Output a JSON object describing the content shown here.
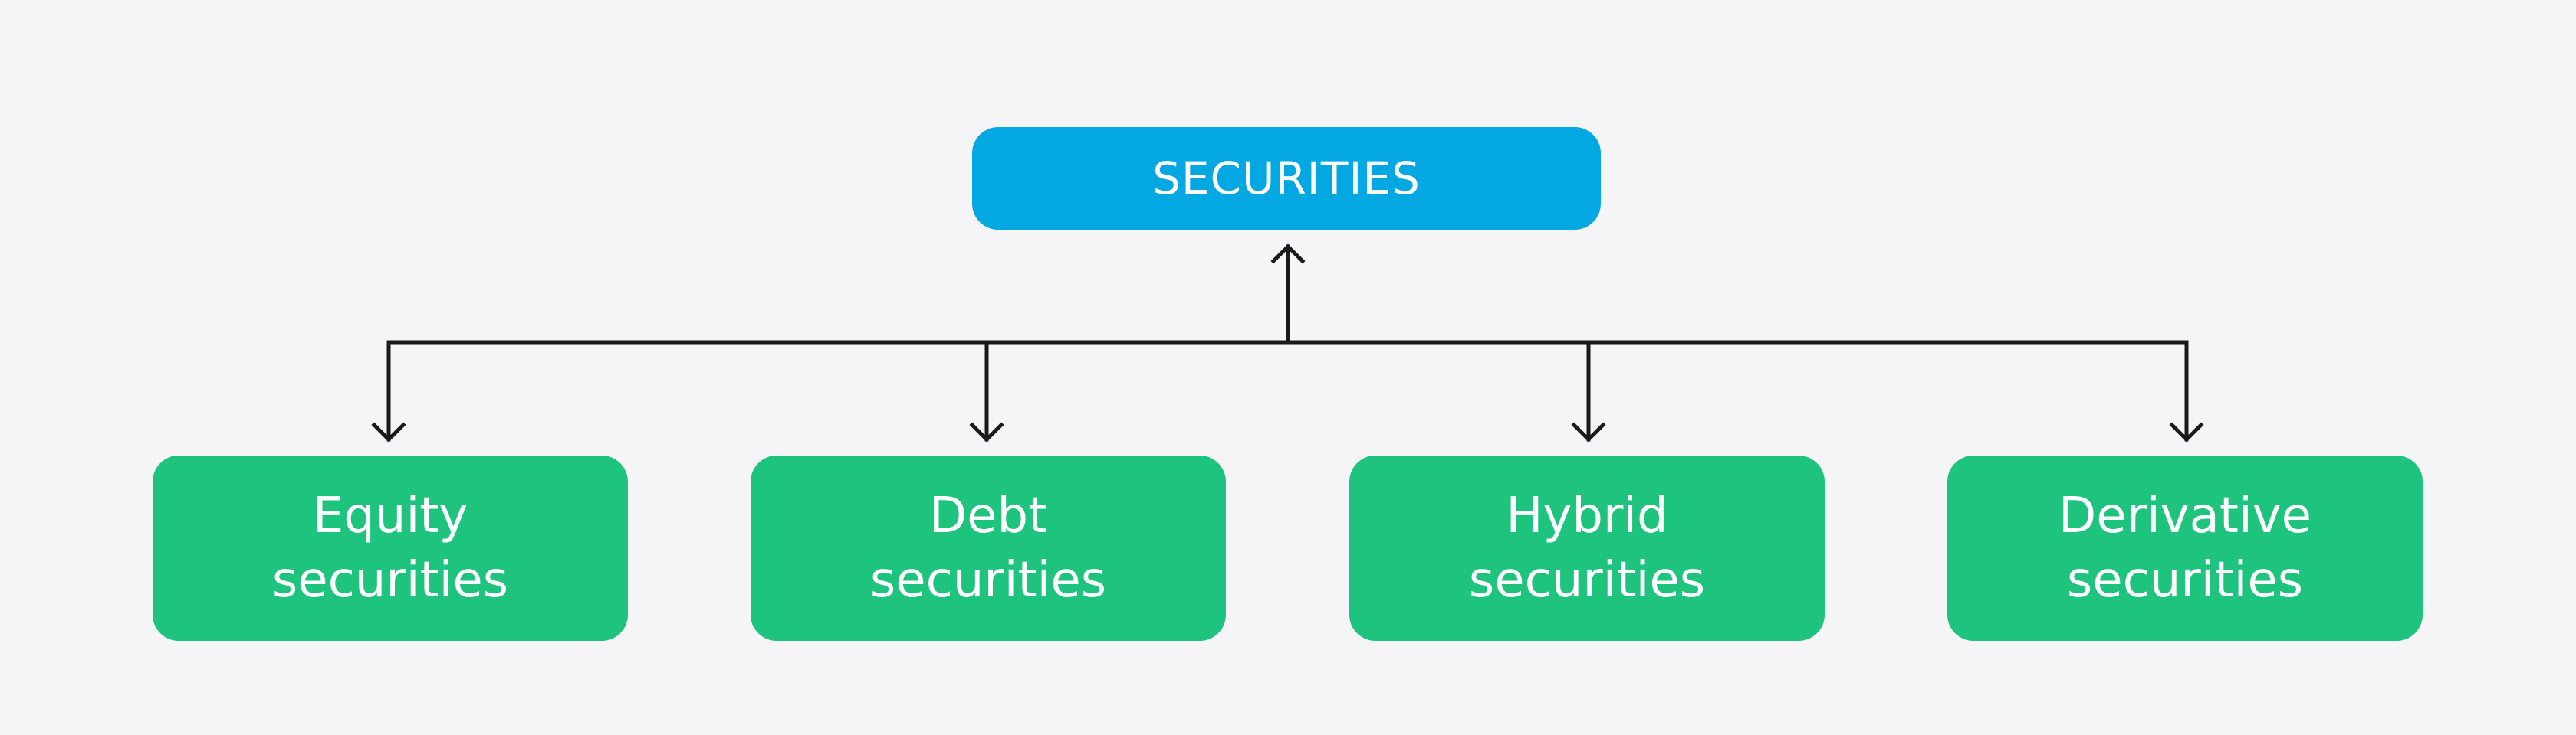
{
  "colors": {
    "background": "#f5f5f7",
    "root_fill": "#03a8e2",
    "child_fill": "#1ec47d",
    "connector": "#1a1a1a",
    "text": "#ffffff"
  },
  "diagram": {
    "root": {
      "label": "SECURITIES"
    },
    "children": [
      {
        "line1": "Equity",
        "line2": "securities"
      },
      {
        "line1": "Debt",
        "line2": "securities"
      },
      {
        "line1": "Hybrid",
        "line2": "securities"
      },
      {
        "line1": "Derivative",
        "line2": "securities"
      }
    ]
  }
}
